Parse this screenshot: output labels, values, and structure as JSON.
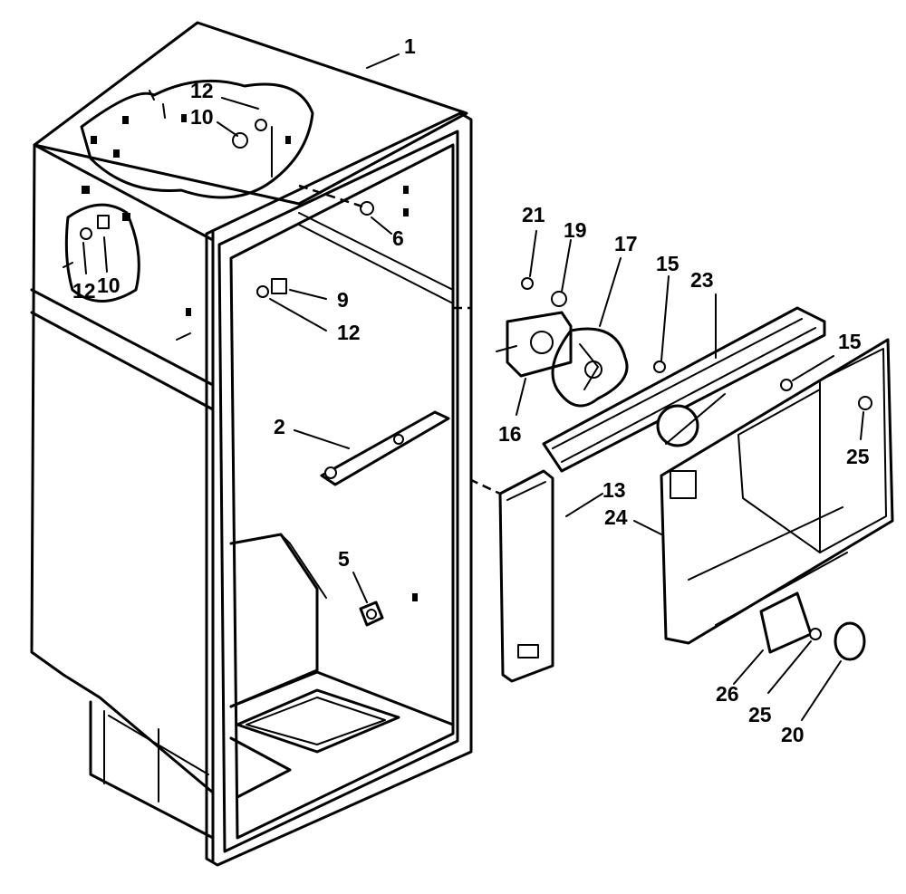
{
  "diagram": {
    "callouts": [
      {
        "id": "c1",
        "text": "1"
      },
      {
        "id": "c12a",
        "text": "12"
      },
      {
        "id": "c10a",
        "text": "10"
      },
      {
        "id": "c6",
        "text": "6"
      },
      {
        "id": "c12b",
        "text": "12"
      },
      {
        "id": "c10b",
        "text": "10"
      },
      {
        "id": "c9",
        "text": "9"
      },
      {
        "id": "c12c",
        "text": "12"
      },
      {
        "id": "c2",
        "text": "2"
      },
      {
        "id": "c5",
        "text": "5"
      },
      {
        "id": "c21",
        "text": "21"
      },
      {
        "id": "c19",
        "text": "19"
      },
      {
        "id": "c17",
        "text": "17"
      },
      {
        "id": "c15a",
        "text": "15"
      },
      {
        "id": "c23",
        "text": "23"
      },
      {
        "id": "c15b",
        "text": "15"
      },
      {
        "id": "c16",
        "text": "16"
      },
      {
        "id": "c25a",
        "text": "25"
      },
      {
        "id": "c13",
        "text": "13"
      },
      {
        "id": "c24",
        "text": "24"
      },
      {
        "id": "c26",
        "text": "26"
      },
      {
        "id": "c25b",
        "text": "25"
      },
      {
        "id": "c20",
        "text": "20"
      }
    ]
  }
}
